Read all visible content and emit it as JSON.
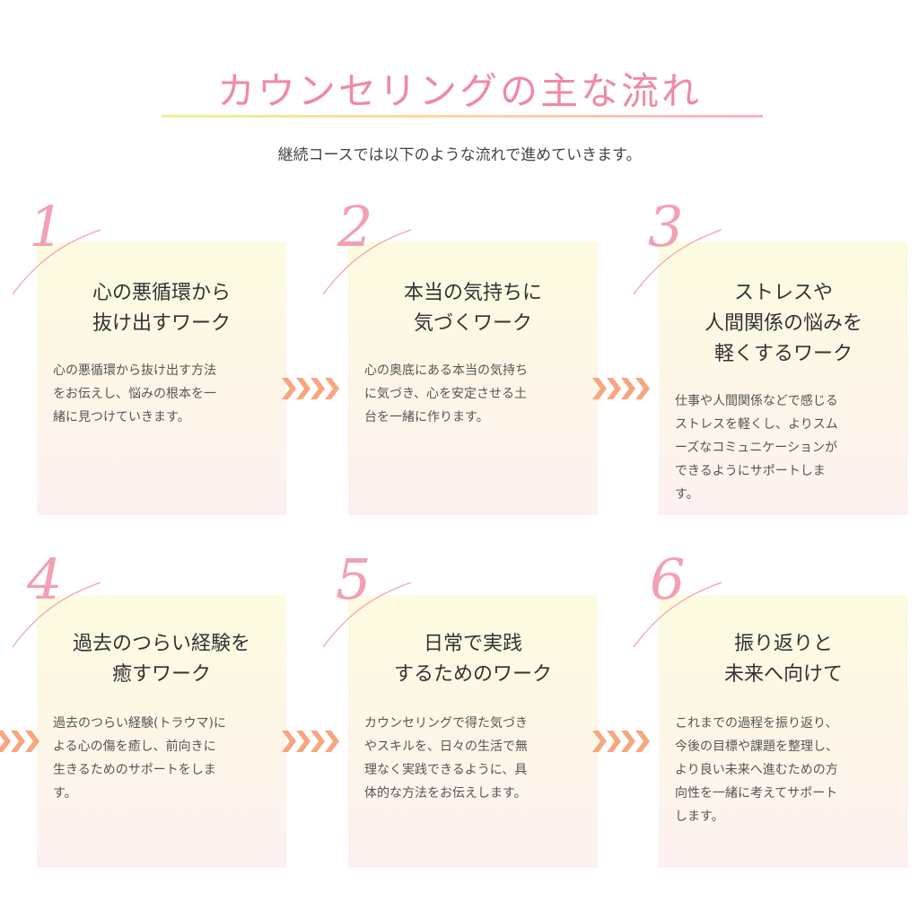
{
  "header": {
    "title": "カウンセリングの主な流れ",
    "subtitle": "継続コースでは以下のような流れで進めていきます。"
  },
  "colors": {
    "accent_pink": "#ef8aa4",
    "number_pink": "#f2a0b4",
    "arrow_orange": "#f7a67f"
  },
  "steps": [
    {
      "number": "1",
      "title": "心の悪循環から\n抜け出すワーク",
      "body": "心の悪循環から抜け出す方法\nをお伝えし、悩みの根本を一\n緒に見つけていきます。"
    },
    {
      "number": "2",
      "title": "本当の気持ちに\n気づくワーク",
      "body": "心の奥底にある本当の気持ち\nに気づき、心を安定させる土\n台を一緒に作ります。"
    },
    {
      "number": "3",
      "title": "ストレスや\n人間関係の悩みを\n軽くするワーク",
      "body": "仕事や人間関係などで感じる\nストレスを軽くし、よりスム\nーズなコミュニケーションが\nできるようにサポートしま\nす。"
    },
    {
      "number": "4",
      "title": "過去のつらい経験を\n癒すワーク",
      "body": "過去のつらい経験(トラウマ)に\nよる心の傷を癒し、前向きに\n生きるためのサポートをしま\nす。"
    },
    {
      "number": "5",
      "title": "日常で実践\nするためのワーク",
      "body": "カウンセリングで得た気づき\nやスキルを、日々の生活で無\n理なく実践できるように、具\n体的な方法をお伝えします。"
    },
    {
      "number": "6",
      "title": "振り返りと\n未来へ向けて",
      "body": "これまでの過程を振り返り、\n今後の目標や課題を整理し、\nより良い未来へ進むための方\n向性を一緒に考えてサポート\nします。"
    }
  ]
}
